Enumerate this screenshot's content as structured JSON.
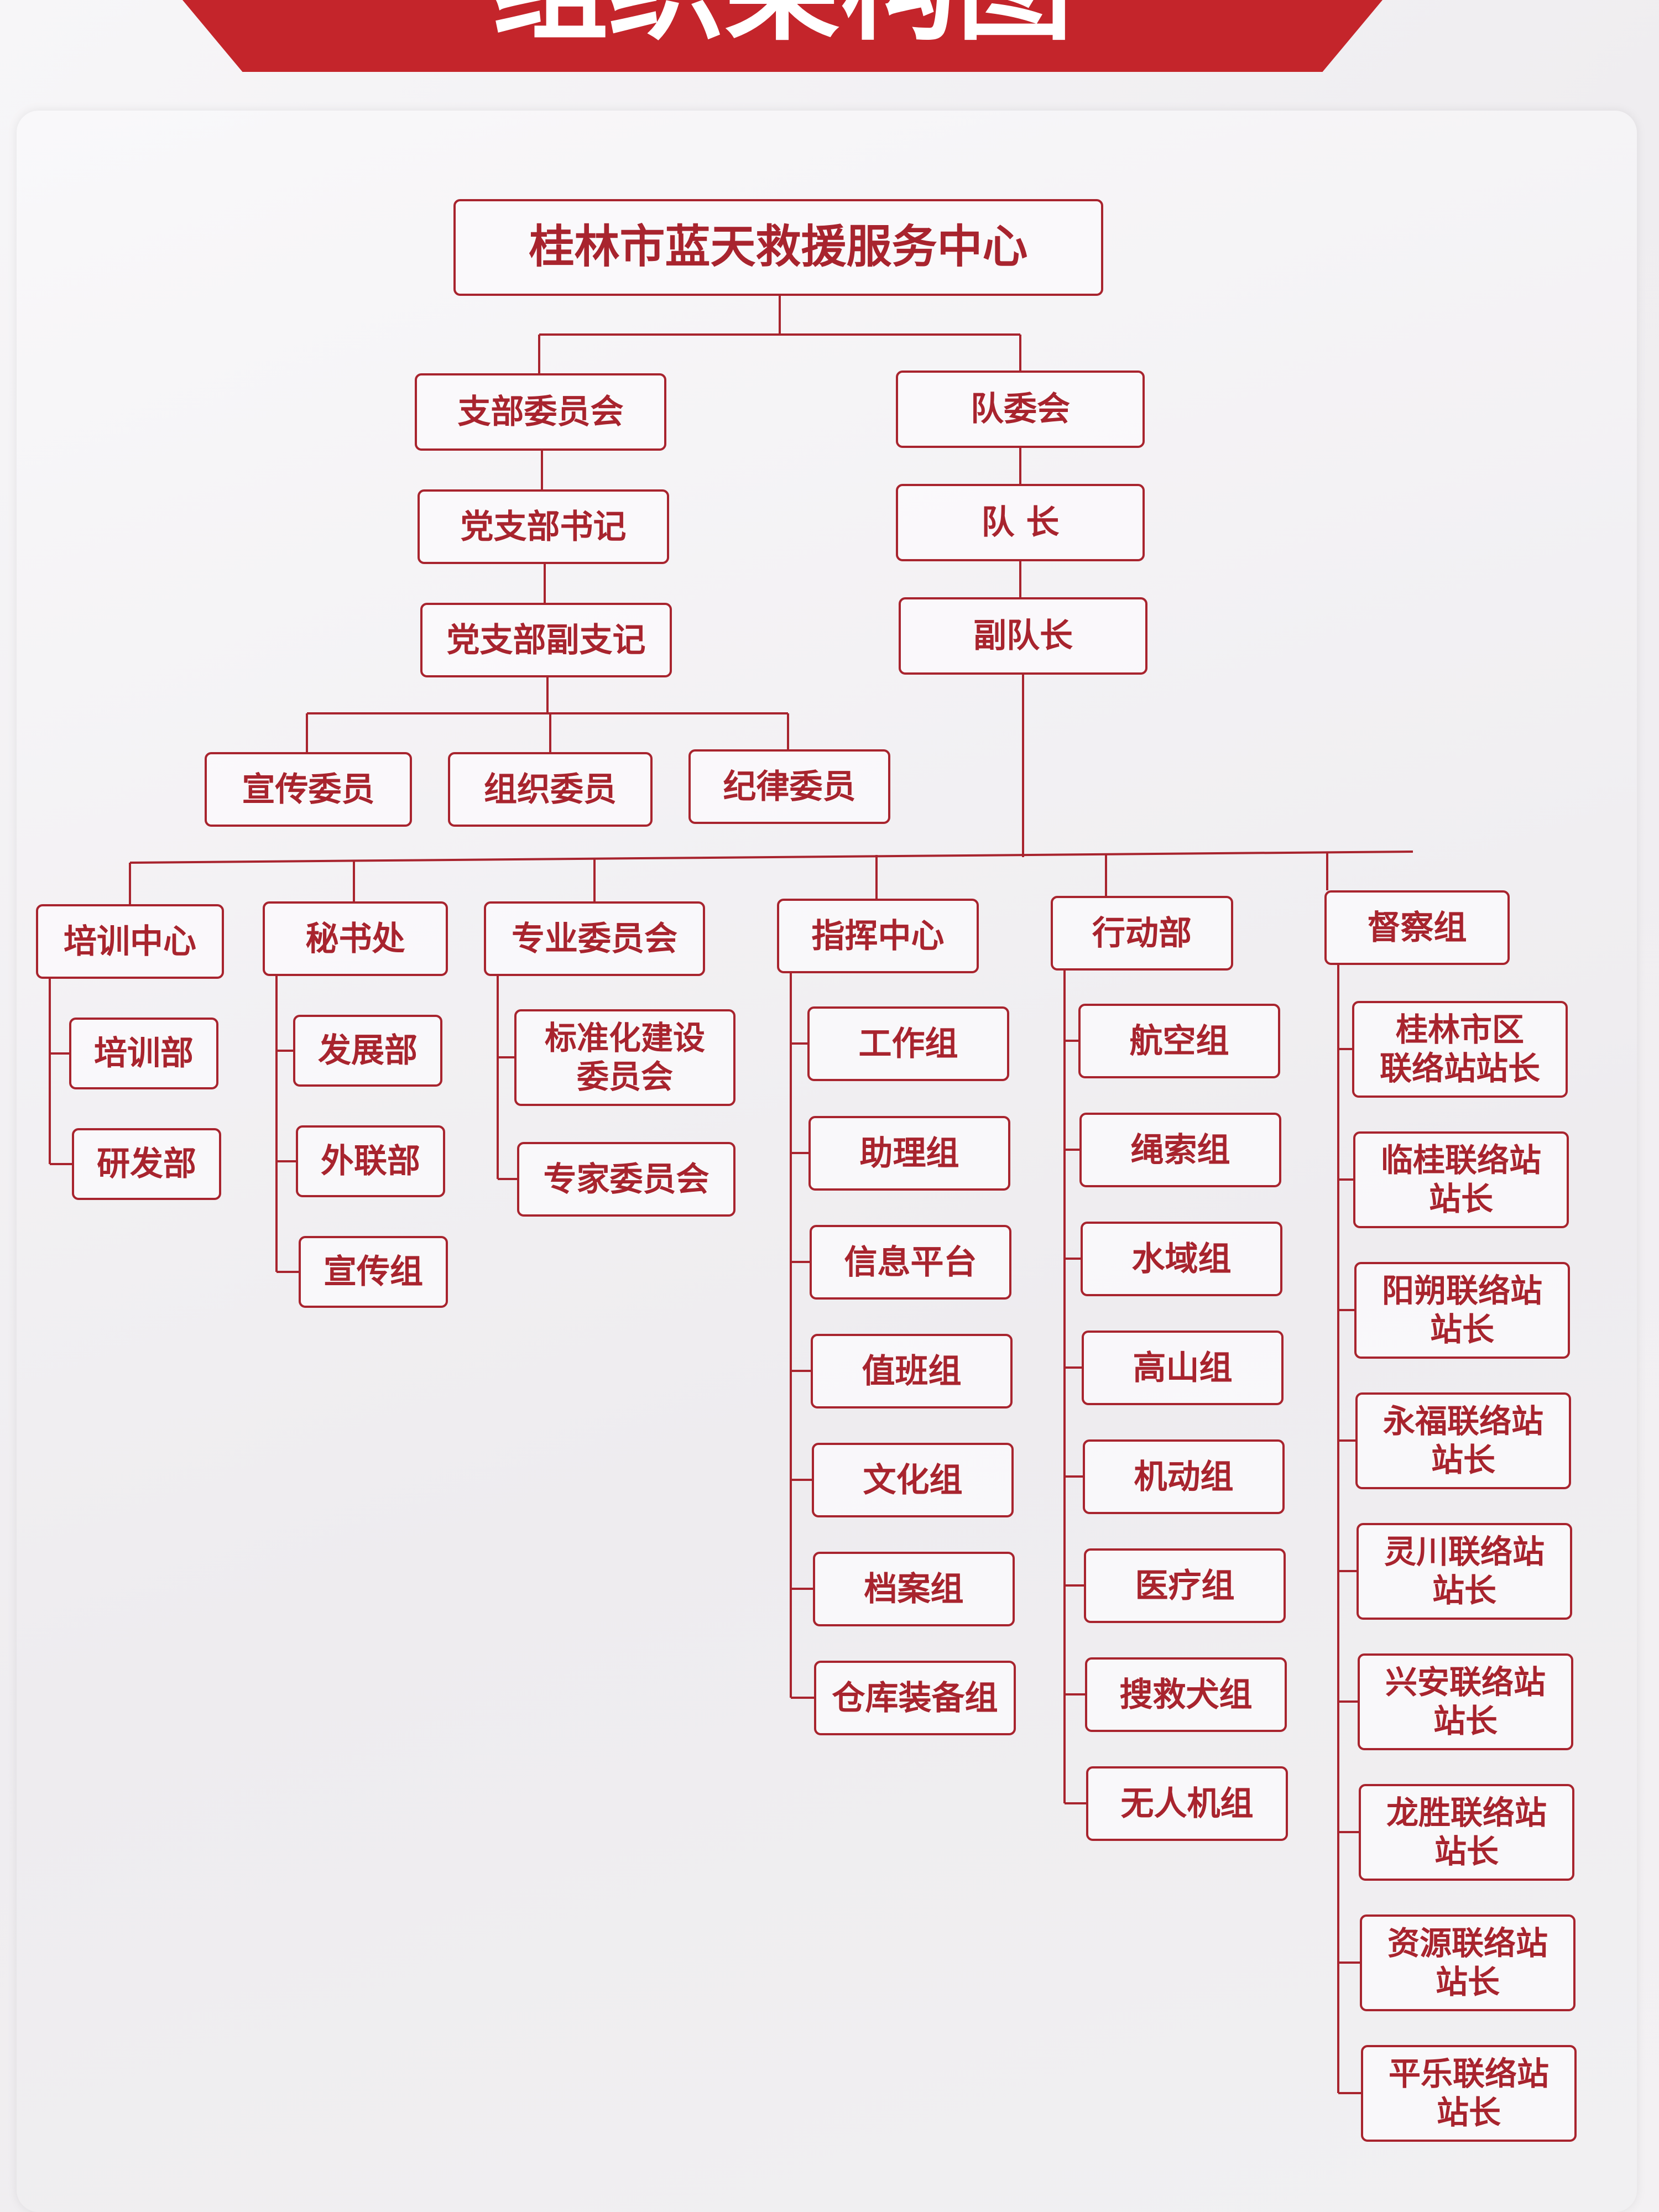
{
  "banner": {
    "title": "组织架构图"
  },
  "chart_data": {
    "type": "org-chart",
    "root": "桂林市蓝天救援服务中心",
    "party_branch": {
      "committee": "支部委员会",
      "secretary": "党支部书记",
      "deputy_secretary": "党支部副支记",
      "members": [
        "宣传委员",
        "组织委员",
        "纪律委员"
      ]
    },
    "team_branch": {
      "committee": "队委会",
      "captain": "队  长",
      "vice_captain": "副队长"
    },
    "departments": [
      {
        "name": "培训中心",
        "children": [
          "培训部",
          "研发部"
        ]
      },
      {
        "name": "秘书处",
        "children": [
          "发展部",
          "外联部",
          "宣传组"
        ]
      },
      {
        "name": "专业委员会",
        "children": [
          "标准化建设\n委员会",
          "专家委员会"
        ]
      },
      {
        "name": "指挥中心",
        "children": [
          "工作组",
          "助理组",
          "信息平台",
          "值班组",
          "文化组",
          "档案组",
          "仓库装备组"
        ]
      },
      {
        "name": "行动部",
        "children": [
          "航空组",
          "绳索组",
          "水域组",
          "高山组",
          "机动组",
          "医疗组",
          "搜救犬组",
          "无人机组"
        ]
      },
      {
        "name": "督察组",
        "children": [
          "桂林市区\n联络站站长",
          "临桂联络站\n站长",
          "阳朔联络站\n站长",
          "永福联络站\n站长",
          "灵川联络站\n站长",
          "兴安联络站\n站长",
          "龙胜联络站\n站长",
          "资源联络站\n站长",
          "平乐联络站\n站长"
        ]
      }
    ],
    "colors": {
      "line": "#a8242e",
      "text": "#a8242e",
      "banner": "#c4252b"
    }
  }
}
